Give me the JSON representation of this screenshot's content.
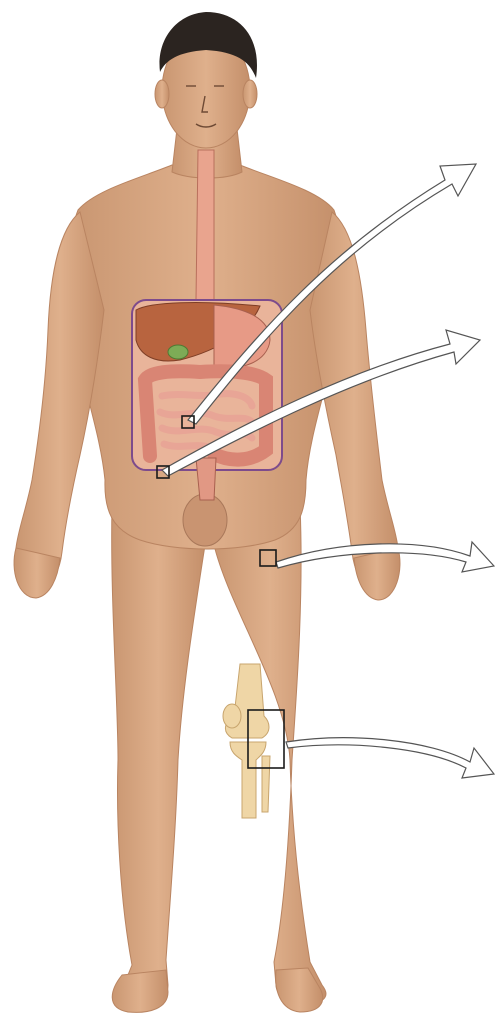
{
  "figure": {
    "subject": "human-body-anterior-view",
    "background_color": "#ffffff",
    "skin_color": "#d9a882",
    "skin_shadow_color": "#b98461",
    "hair_color": "#2b2420",
    "organ_region_outline_color": "#7d4b8c",
    "intestine_color": "#e49a8c",
    "liver_color": "#b8643f",
    "esophagus_color": "#e9a48e",
    "knee_bone_color": "#efd6a6",
    "arrow_fill_color": "#ffffff",
    "arrow_stroke_color": "#555555",
    "marker_color": "#1a1a1a"
  },
  "callouts": [
    {
      "name": "small-intestine-wall",
      "marker": "small-square"
    },
    {
      "name": "colon-wall",
      "marker": "small-square"
    },
    {
      "name": "thigh-muscle",
      "marker": "small-square"
    },
    {
      "name": "knee-joint",
      "marker": "rectangle"
    }
  ]
}
